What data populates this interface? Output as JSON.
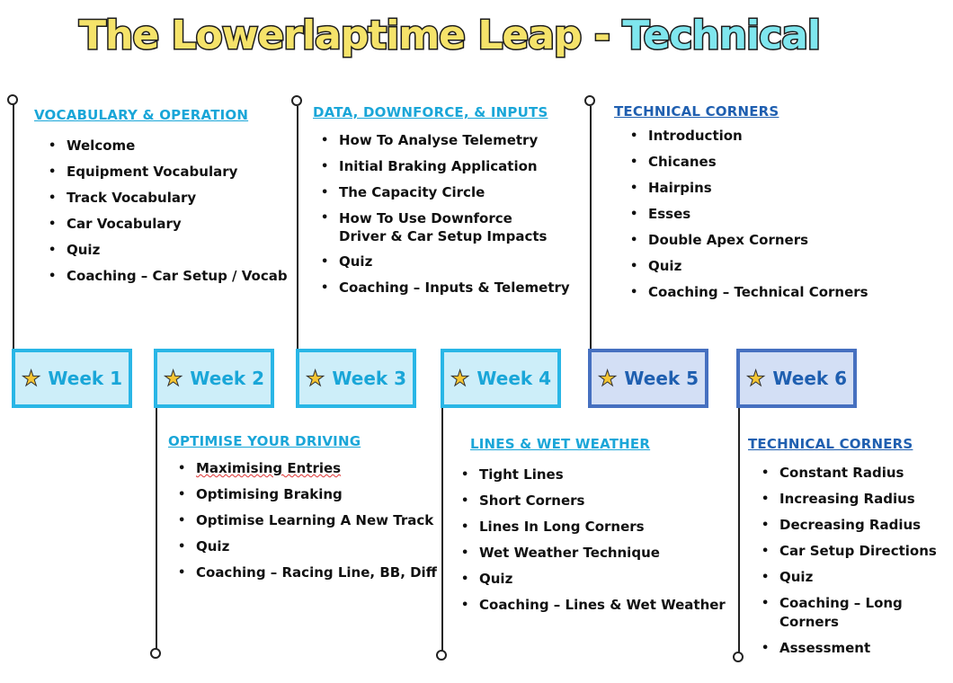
{
  "title": {
    "part1": "The Lowerlaptime Leap - ",
    "part2": "Technical"
  },
  "weeks": [
    {
      "label": "Week 1",
      "icon": "star-icon"
    },
    {
      "label": "Week 2",
      "icon": "star-icon"
    },
    {
      "label": "Week 3",
      "icon": "star-icon"
    },
    {
      "label": "Week 4",
      "icon": "star-icon"
    },
    {
      "label": "Week 5",
      "icon": "star-icon"
    },
    {
      "label": "Week 6",
      "icon": "star-icon"
    }
  ],
  "sections": {
    "week1": {
      "heading": "VOCABULARY & OPERATION",
      "items": [
        "Welcome",
        "Equipment Vocabulary",
        "Track Vocabulary",
        "Car Vocabulary",
        "Quiz",
        "Coaching – Car Setup / Vocab"
      ]
    },
    "week2": {
      "heading": "OPTIMISE YOUR DRIVING",
      "items": [
        "Maximising Entries",
        "Optimising Braking",
        "Optimise Learning A New Track",
        "Quiz",
        "Coaching – Racing Line, BB, Diff"
      ]
    },
    "week3": {
      "heading": "DATA, DOWNFORCE, & INPUTS",
      "items": [
        "How To Analyse Telemetry",
        "Initial Braking Application",
        "The Capacity Circle",
        "How To Use Downforce\nDriver & Car Setup Impacts",
        "Quiz",
        "Coaching – Inputs & Telemetry"
      ]
    },
    "week4": {
      "heading": "LINES & WET WEATHER",
      "items": [
        "Tight Lines",
        "Short Corners",
        "Lines In Long Corners",
        "Wet Weather Technique",
        "Quiz",
        "Coaching – Lines & Wet Weather"
      ]
    },
    "week5": {
      "heading": "TECHNICAL CORNERS",
      "items": [
        "Introduction",
        "Chicanes",
        "Hairpins",
        "Esses",
        "Double Apex Corners",
        "Quiz",
        "Coaching – Technical Corners"
      ]
    },
    "week6": {
      "heading": "TECHNICAL CORNERS",
      "items": [
        "Constant Radius",
        "Increasing Radius",
        "Decreasing Radius",
        "Car Setup Directions",
        "Quiz",
        "Coaching – Long Corners",
        "Assessment"
      ]
    }
  },
  "colors": {
    "light_accent": "#1aa6d8",
    "dark_accent": "#1f5fb0",
    "title_yellow": "#f5e36a",
    "title_cyan": "#7fe6ee",
    "star": "#f5c533"
  }
}
